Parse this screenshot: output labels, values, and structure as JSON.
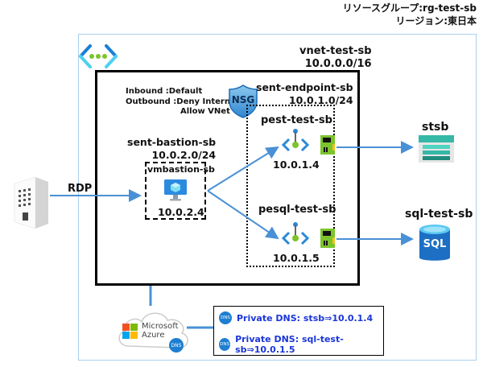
{
  "header": {
    "resource_group": "リソースグループ:rg-test-sb",
    "region": "リージョン:東日本"
  },
  "vnet": {
    "name": "vnet-test-sb",
    "cidr": "10.0.0.0/16",
    "icon": "vnet-icon"
  },
  "nsg": {
    "badge": "NSG",
    "rules": [
      "Inbound :Default",
      "Outbound :Deny Internet",
      "Allow VNet"
    ]
  },
  "subnets": {
    "endpoint": {
      "name": "sent-endpoint-sb",
      "cidr": "10.0.1.0/24"
    },
    "bastion": {
      "name": "sent-bastion-sb",
      "cidr": "10.0.2.0/24"
    }
  },
  "vm": {
    "name": "vmbastion-sb",
    "ip": "10.0.2.4",
    "icon": "virtual-machine-icon"
  },
  "private_endpoints": [
    {
      "name": "pest-test-sb",
      "ip": "10.0.1.4",
      "icon": "private-endpoint-icon"
    },
    {
      "name": "pesql-test-sb",
      "ip": "10.0.1.5",
      "icon": "private-endpoint-icon"
    }
  ],
  "services": [
    {
      "name": "stsb",
      "icon": "storage-account-icon"
    },
    {
      "name": "sql-test-sb",
      "icon": "sql-database-icon",
      "icon_text": "SQL"
    }
  ],
  "client": {
    "connection_label": "RDP",
    "icon": "building-icon"
  },
  "azure": {
    "line1": "Microsoft",
    "line2": "Azure",
    "dns_badge": "DNS"
  },
  "dns": {
    "badge": "DNS",
    "records": [
      "Private DNS: stsb⇒10.0.1.4",
      "Private DNS: sql-test-sb⇒10.0.1.5"
    ]
  },
  "colors": {
    "arrow": "#4a90d6",
    "frame": "#a9cfee",
    "dns_text": "#1a35d9"
  }
}
